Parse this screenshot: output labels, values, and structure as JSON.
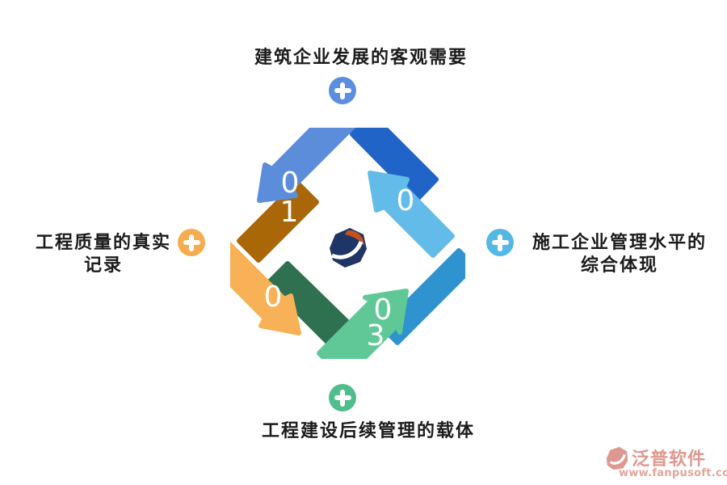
{
  "background": "#ffffff",
  "annotations": {
    "text_color": "#1b1b1b",
    "top": {
      "text": "建筑企业发展的客观需要",
      "icon": "plus-icon",
      "icon_color": "#5C8EDF"
    },
    "right": {
      "line1": "施工企业管理水平的",
      "line2": "综合体现",
      "icon": "plus-icon",
      "icon_color": "#54B8E5"
    },
    "bottom": {
      "text": "工程建设后续管理的载体",
      "icon": "plus-icon",
      "icon_color": "#4FBE8C"
    },
    "left": {
      "line1": "工程质量的真实",
      "line2": "记录",
      "icon": "plus-icon",
      "icon_color": "#F6AC4F"
    }
  },
  "cycle": {
    "description": "four folded ribbon arrows forming a counterclockwise cycle",
    "digit_color": "#ffffff",
    "steps": [
      {
        "id": "step-1-top",
        "digits_visible": "01",
        "light_color": "#5B8DDB",
        "dark_color": "#2164C8"
      },
      {
        "id": "step-2-right",
        "digits_visible": "0",
        "light_color": "#63BBE9",
        "dark_color": "#2E93CE"
      },
      {
        "id": "step-3-bottom",
        "digits_visible": "03",
        "light_color": "#5FC896",
        "dark_color": "#2E7050"
      },
      {
        "id": "step-4-left",
        "digits_visible": "0",
        "light_color": "#F8B156",
        "dark_color": "#A96708"
      }
    ],
    "digits": {
      "t1": "0",
      "t2": "1",
      "r1": "0",
      "b1": "0",
      "b2": "3",
      "l1": "0"
    }
  },
  "logo": {
    "navy": "#1F3566",
    "orange": "#C5521D",
    "white": "#ffffff"
  },
  "watermark": {
    "brand": "泛普软件",
    "url": "www.fanpusoft.com",
    "brand_color": "#DF988F",
    "url_color": "#E2A79E"
  }
}
